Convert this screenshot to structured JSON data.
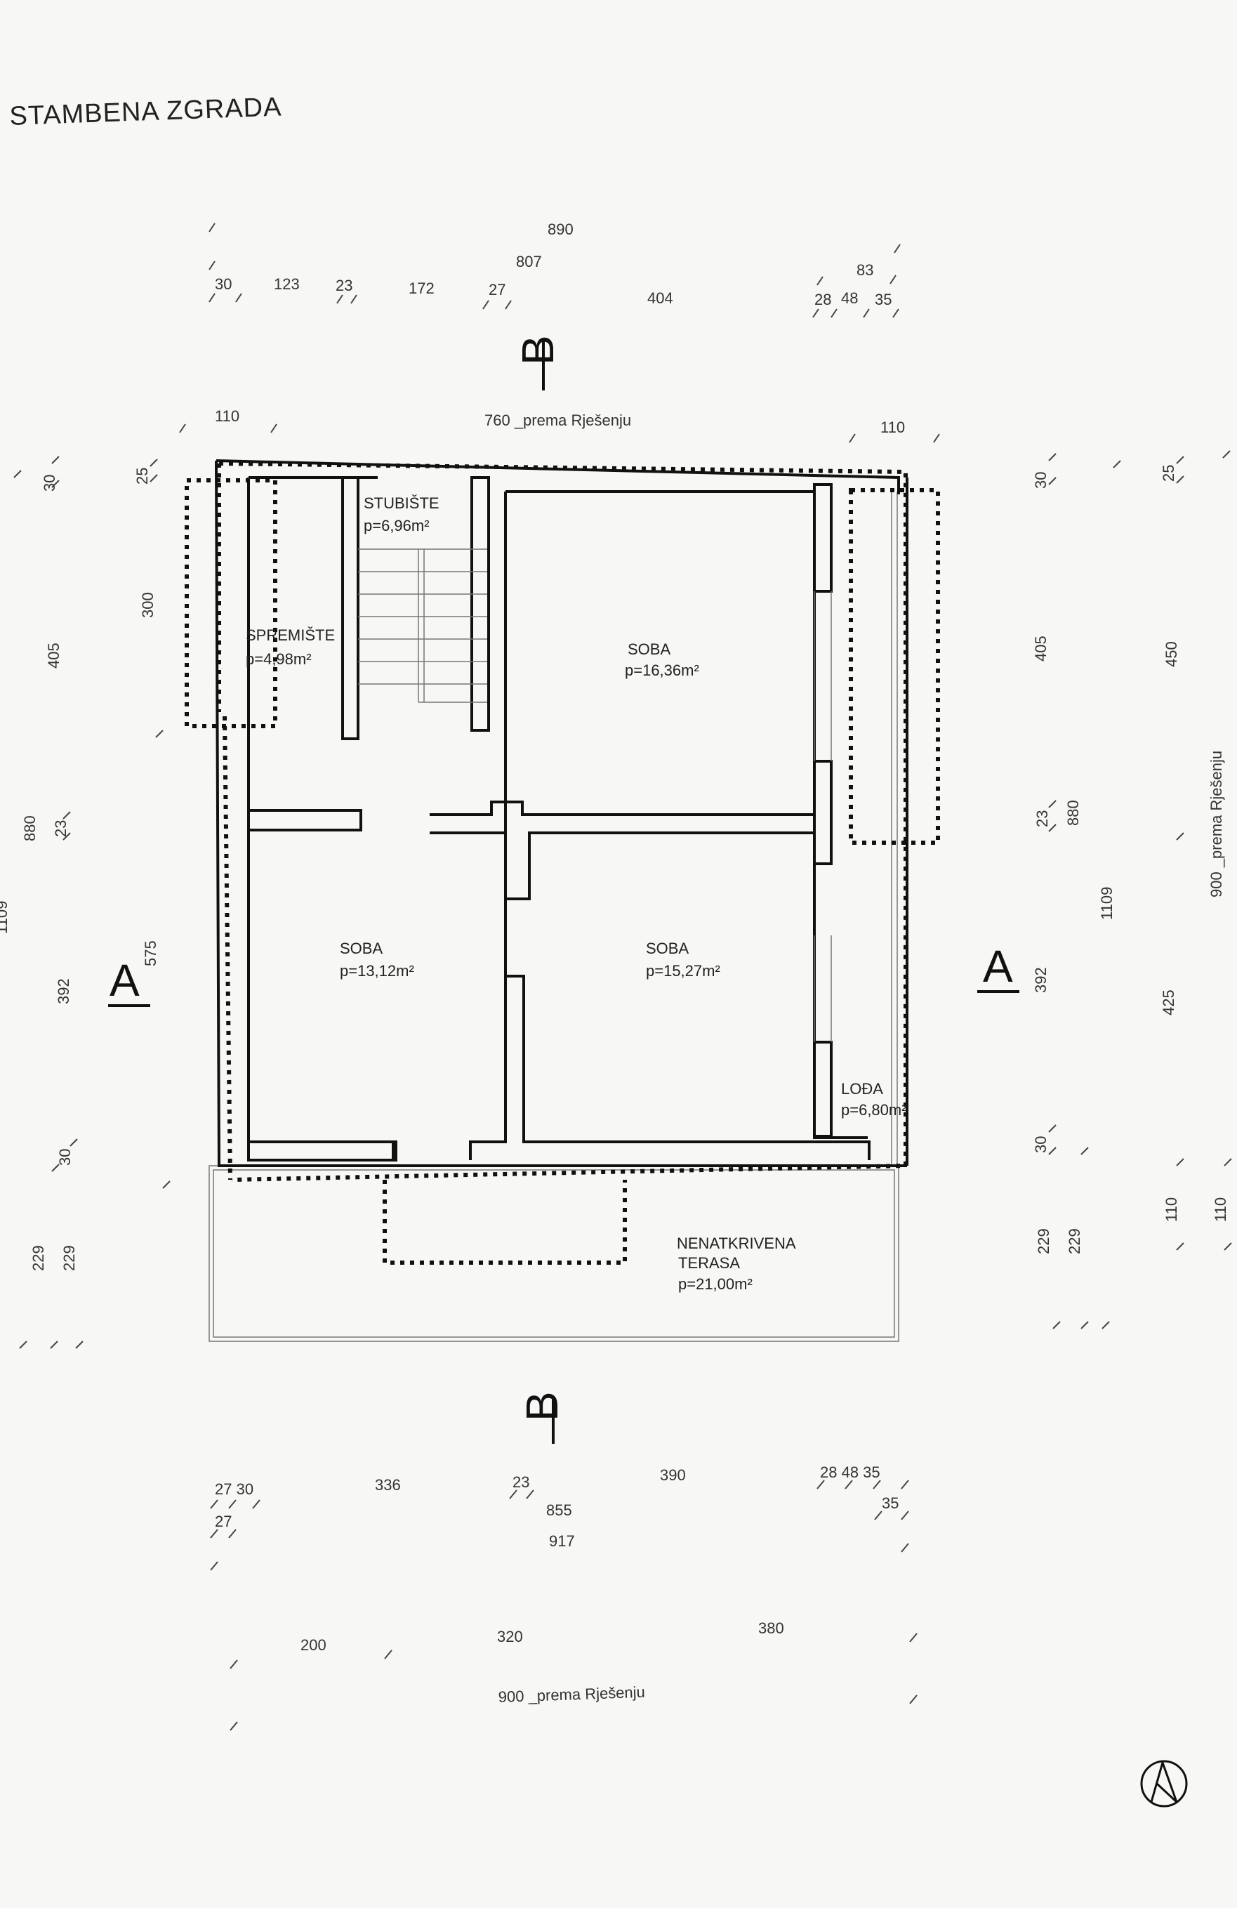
{
  "title": "STAMBENA ZGRADA",
  "top_dims": {
    "overall": "890",
    "inner": "807",
    "right_group": "83",
    "segments": [
      "30",
      "123",
      "23",
      "172",
      "27",
      "404",
      "28",
      "48",
      "35"
    ],
    "left_110": "110",
    "right_110": "110",
    "plot_width": "760 _prema Rješenju"
  },
  "left_dims": {
    "d30_top": "30",
    "d25": "25",
    "d300": "300",
    "d405": "405",
    "d880": "880",
    "d23": "23",
    "d1109": "1109",
    "d575": "575",
    "d392": "392",
    "d30_bottom": "30",
    "d229_a": "229",
    "d229_b": "229"
  },
  "right_dims": {
    "d30_top": "30",
    "d25": "25",
    "d405": "405",
    "d450": "450",
    "d900": "900 _prema Rješenju",
    "d23": "23",
    "d880": "880",
    "d1109": "1109",
    "d392": "392",
    "d425": "425",
    "d30_bottom": "30",
    "d110_a": "110",
    "d110_b": "110",
    "d229_a": "229",
    "d229_b": "229"
  },
  "bottom_dims": {
    "d27_30": "27 30",
    "d27": "27",
    "d336": "336",
    "d23": "23",
    "d390": "390",
    "d28_48_35": "28  48  35",
    "d35": "35",
    "d855": "855",
    "d917": "917",
    "d200": "200",
    "d320": "320",
    "d380": "380",
    "d900": "900 _prema Rješenju"
  },
  "sections": {
    "a": "A",
    "b": "B"
  },
  "rooms": [
    {
      "name": "STUBIŠTE",
      "area": "p=6,96m²"
    },
    {
      "name": "SPREMIŠTE",
      "area": "p=4,98m²"
    },
    {
      "name": "SOBA",
      "area": "p=16,36m²"
    },
    {
      "name": "SOBA",
      "area": "p=13,12m²"
    },
    {
      "name": "SOBA",
      "area": "p=15,27m²"
    },
    {
      "name": "LOĐA",
      "area": "p=6,80m²"
    },
    {
      "name": "NENATKRIVENA",
      "name2": "TERASA",
      "area": "p=21,00m²"
    }
  ],
  "icons": {
    "north": "north-arrow-icon"
  }
}
